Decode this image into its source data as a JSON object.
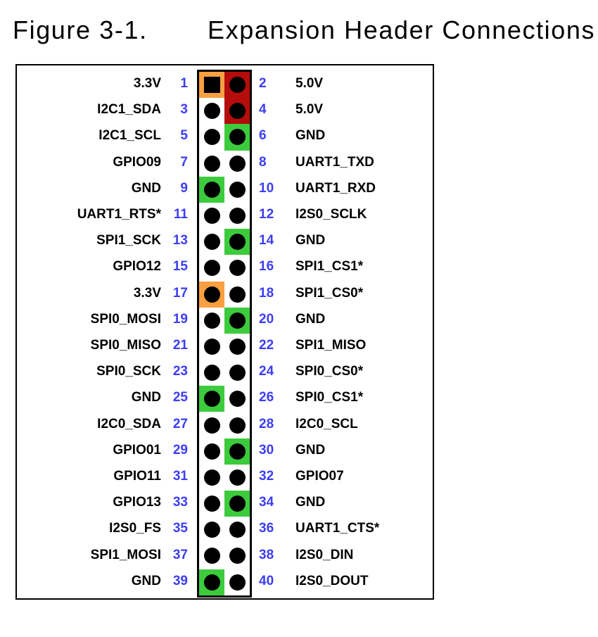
{
  "figure": {
    "label": "Figure 3-1.",
    "title": "Expansion Header Connections"
  },
  "colors": {
    "orange": "#F8A041",
    "red": "#B50C0C",
    "green": "#3CCB3C",
    "pin_number_blue": "#3D3DF5"
  },
  "header": {
    "rows": [
      {
        "left": {
          "label": "3.3V",
          "num": "1",
          "color": "orange",
          "shape": "square"
        },
        "right": {
          "label": "5.0V",
          "num": "2",
          "color": "red",
          "shape": "circle"
        }
      },
      {
        "left": {
          "label": "I2C1_SDA",
          "num": "3",
          "color": null,
          "shape": "circle"
        },
        "right": {
          "label": "5.0V",
          "num": "4",
          "color": "red",
          "shape": "circle"
        }
      },
      {
        "left": {
          "label": "I2C1_SCL",
          "num": "5",
          "color": null,
          "shape": "circle"
        },
        "right": {
          "label": "GND",
          "num": "6",
          "color": "green",
          "shape": "circle"
        }
      },
      {
        "left": {
          "label": "GPIO09",
          "num": "7",
          "color": null,
          "shape": "circle"
        },
        "right": {
          "label": "UART1_TXD",
          "num": "8",
          "color": null,
          "shape": "circle"
        }
      },
      {
        "left": {
          "label": "GND",
          "num": "9",
          "color": "green",
          "shape": "circle"
        },
        "right": {
          "label": "UART1_RXD",
          "num": "10",
          "color": null,
          "shape": "circle"
        }
      },
      {
        "left": {
          "label": "UART1_RTS*",
          "num": "11",
          "color": null,
          "shape": "circle"
        },
        "right": {
          "label": "I2S0_SCLK",
          "num": "12",
          "color": null,
          "shape": "circle"
        }
      },
      {
        "left": {
          "label": "SPI1_SCK",
          "num": "13",
          "color": null,
          "shape": "circle"
        },
        "right": {
          "label": "GND",
          "num": "14",
          "color": "green",
          "shape": "circle"
        }
      },
      {
        "left": {
          "label": "GPIO12",
          "num": "15",
          "color": null,
          "shape": "circle"
        },
        "right": {
          "label": "SPI1_CS1*",
          "num": "16",
          "color": null,
          "shape": "circle"
        }
      },
      {
        "left": {
          "label": "3.3V",
          "num": "17",
          "color": "orange",
          "shape": "circle"
        },
        "right": {
          "label": "SPI1_CS0*",
          "num": "18",
          "color": null,
          "shape": "circle"
        }
      },
      {
        "left": {
          "label": "SPI0_MOSI",
          "num": "19",
          "color": null,
          "shape": "circle"
        },
        "right": {
          "label": "GND",
          "num": "20",
          "color": "green",
          "shape": "circle"
        }
      },
      {
        "left": {
          "label": "SPI0_MISO",
          "num": "21",
          "color": null,
          "shape": "circle"
        },
        "right": {
          "label": "SPI1_MISO",
          "num": "22",
          "color": null,
          "shape": "circle"
        }
      },
      {
        "left": {
          "label": "SPI0_SCK",
          "num": "23",
          "color": null,
          "shape": "circle"
        },
        "right": {
          "label": "SPI0_CS0*",
          "num": "24",
          "color": null,
          "shape": "circle"
        }
      },
      {
        "left": {
          "label": "GND",
          "num": "25",
          "color": "green",
          "shape": "circle"
        },
        "right": {
          "label": "SPI0_CS1*",
          "num": "26",
          "color": null,
          "shape": "circle"
        }
      },
      {
        "left": {
          "label": "I2C0_SDA",
          "num": "27",
          "color": null,
          "shape": "circle"
        },
        "right": {
          "label": "I2C0_SCL",
          "num": "28",
          "color": null,
          "shape": "circle"
        }
      },
      {
        "left": {
          "label": "GPIO01",
          "num": "29",
          "color": null,
          "shape": "circle"
        },
        "right": {
          "label": "GND",
          "num": "30",
          "color": "green",
          "shape": "circle"
        }
      },
      {
        "left": {
          "label": "GPIO11",
          "num": "31",
          "color": null,
          "shape": "circle"
        },
        "right": {
          "label": "GPIO07",
          "num": "32",
          "color": null,
          "shape": "circle"
        }
      },
      {
        "left": {
          "label": "GPIO13",
          "num": "33",
          "color": null,
          "shape": "circle"
        },
        "right": {
          "label": "GND",
          "num": "34",
          "color": "green",
          "shape": "circle"
        }
      },
      {
        "left": {
          "label": "I2S0_FS",
          "num": "35",
          "color": null,
          "shape": "circle"
        },
        "right": {
          "label": "UART1_CTS*",
          "num": "36",
          "color": null,
          "shape": "circle"
        }
      },
      {
        "left": {
          "label": "SPI1_MOSI",
          "num": "37",
          "color": null,
          "shape": "circle"
        },
        "right": {
          "label": "I2S0_DIN",
          "num": "38",
          "color": null,
          "shape": "circle"
        }
      },
      {
        "left": {
          "label": "GND",
          "num": "39",
          "color": "green",
          "shape": "circle"
        },
        "right": {
          "label": "I2S0_DOUT",
          "num": "40",
          "color": null,
          "shape": "circle"
        }
      }
    ]
  }
}
